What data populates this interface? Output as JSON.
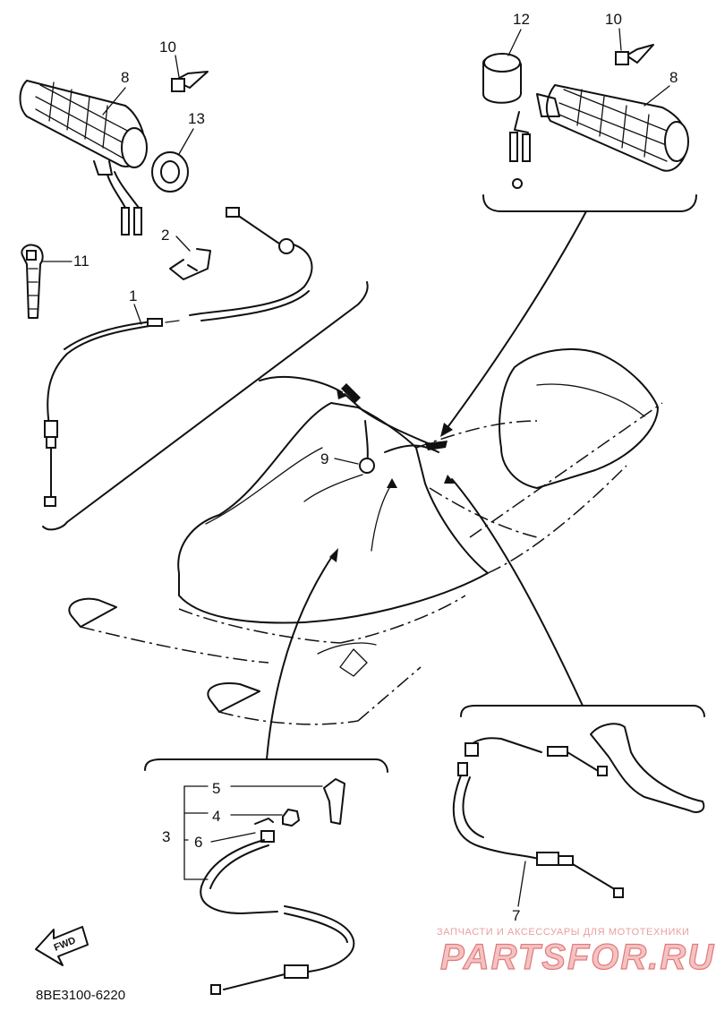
{
  "diagram": {
    "part_code": "8BE3100-6220",
    "direction_label": "FWD",
    "callouts": {
      "c1": "1",
      "c2": "2",
      "c3": "3",
      "c4": "4",
      "c5": "5",
      "c6": "6",
      "c7": "7",
      "c8_left": "8",
      "c8_right": "8",
      "c9": "9",
      "c10_left": "10",
      "c10_right": "10",
      "c11": "11",
      "c12": "12",
      "c13": "13"
    }
  },
  "watermark": {
    "caption": "ЗАПЧАСТИ И АКСЕССУАРЫ ДЛЯ МОТОТЕХНИКИ",
    "logo_text": "PARTSFOR.RU"
  }
}
